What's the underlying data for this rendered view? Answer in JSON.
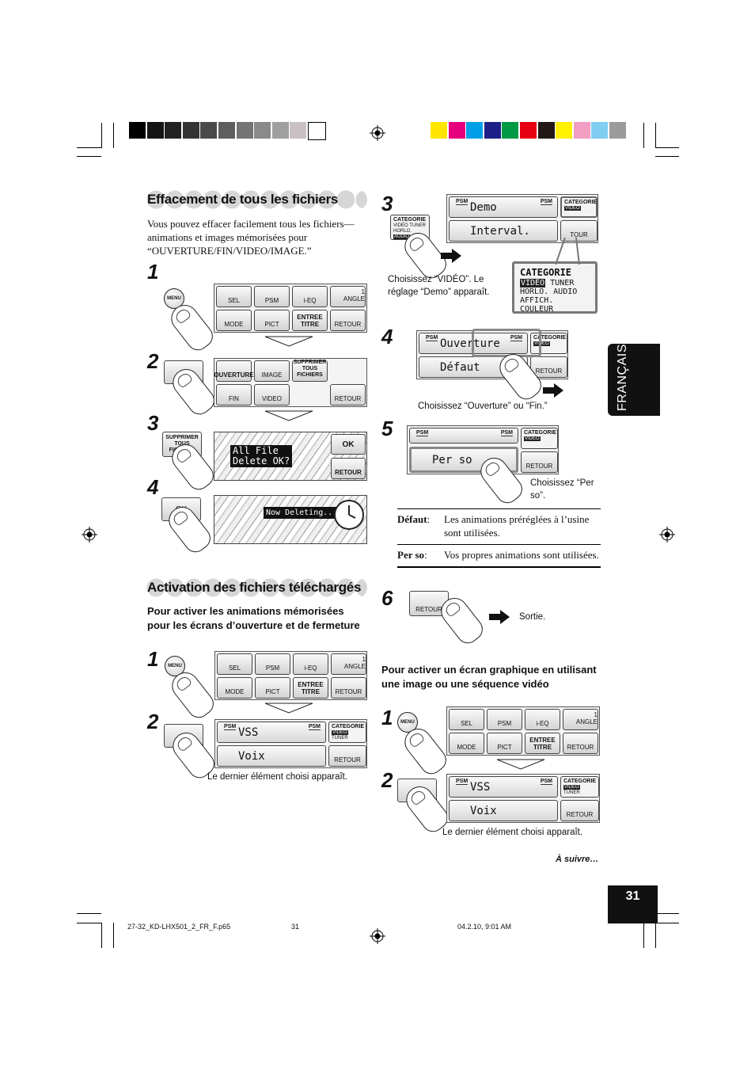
{
  "colors": {
    "grays": [
      "#000000",
      "#141414",
      "#222222",
      "#333333",
      "#4a4a4a",
      "#5e5e5e",
      "#747474",
      "#8a8a8a",
      "#9f9f9f",
      "#c8c0c2",
      "#ffffff"
    ],
    "process": [
      "#ffe600",
      "#e6007e",
      "#00a0e9",
      "#1d2088",
      "#009944",
      "#e60012",
      "#231815",
      "#fff100",
      "#f19ec2",
      "#7fcdf1",
      "#9b9b9b"
    ]
  },
  "section1": {
    "title": "Effacement de tous les fichiers",
    "intro": "Vous pouvez effacer facilement tous les fichiers—animations et images mémorisées pour “OUVERTURE/FIN/VIDEO/IMAGE.”",
    "steps": [
      "1",
      "2",
      "3",
      "4"
    ]
  },
  "section2": {
    "title": "Activation des fichiers téléchargés",
    "subtitle": "Pour activer les animations mémorisées pour les écrans d’ouverture et de fermeture",
    "steps": [
      "1",
      "2"
    ],
    "caption": "Le dernier élément choisi apparaît."
  },
  "right": {
    "steps": [
      "3",
      "4",
      "5",
      "6"
    ],
    "cap3": "Choisissez “VIDÉO”. Le réglage “Demo” apparaît.",
    "cap4": "Choisissez “Ouverture” ou “Fin.”",
    "cap5": "Choisissez “Per so”.",
    "cap6": "Sortie.",
    "defs": [
      {
        "term": "Défaut",
        "sep": ":",
        "text": "Les animations préréglées à l’usine sont utilisées."
      },
      {
        "term": "Per so",
        "sep": ":",
        "text": "Vos propres animations sont utilisées."
      }
    ]
  },
  "section3": {
    "subtitle": "Pour activer un écran graphique en utilisant une image ou une séquence vidéo",
    "steps": [
      "1",
      "2"
    ],
    "caption": "Le dernier élément choisi apparaît.",
    "suivre": "À suivre…"
  },
  "ui": {
    "menu": "MENU",
    "sel": "SEL",
    "psm": "PSM",
    "ieq": "i-EQ",
    "angle_num": "1",
    "angle": "ANGLE",
    "mode": "MODE",
    "pict": "PICT",
    "entree": "ENTREE TITRE",
    "retour": "RETOUR",
    "ouverture_key": "OUVERTURE",
    "image": "IMAGE",
    "supprimer": "SUPPRIMER TOUS FICHIERS",
    "fin": "FIN",
    "video": "VIDEO",
    "ok": "OK",
    "all_file": "All File",
    "delete_ok": "Delete OK?",
    "now_deleting": "Now Deleting...",
    "demo": "Demo",
    "interval": "Interval.",
    "categorie": "CATEGORIE",
    "cat_line1a": "VIDÉO",
    "cat_line1b": "TUNER",
    "cat_line2a": "HORLO.",
    "cat_line2b": "AUDIO",
    "cat_line3": "AFFICH. COULEUR",
    "ouverture": "Ouverture",
    "defaut": "Défaut",
    "perso": "Per so",
    "vss": "VSS",
    "voix": "Voix",
    "tour": "TOUR"
  },
  "lang_tab": "FRANÇAIS",
  "page_number": "31",
  "footer": {
    "file": "27-32_KD-LHX501_2_FR_F.p65",
    "page": "31",
    "date": "04.2.10, 9:01 AM"
  }
}
